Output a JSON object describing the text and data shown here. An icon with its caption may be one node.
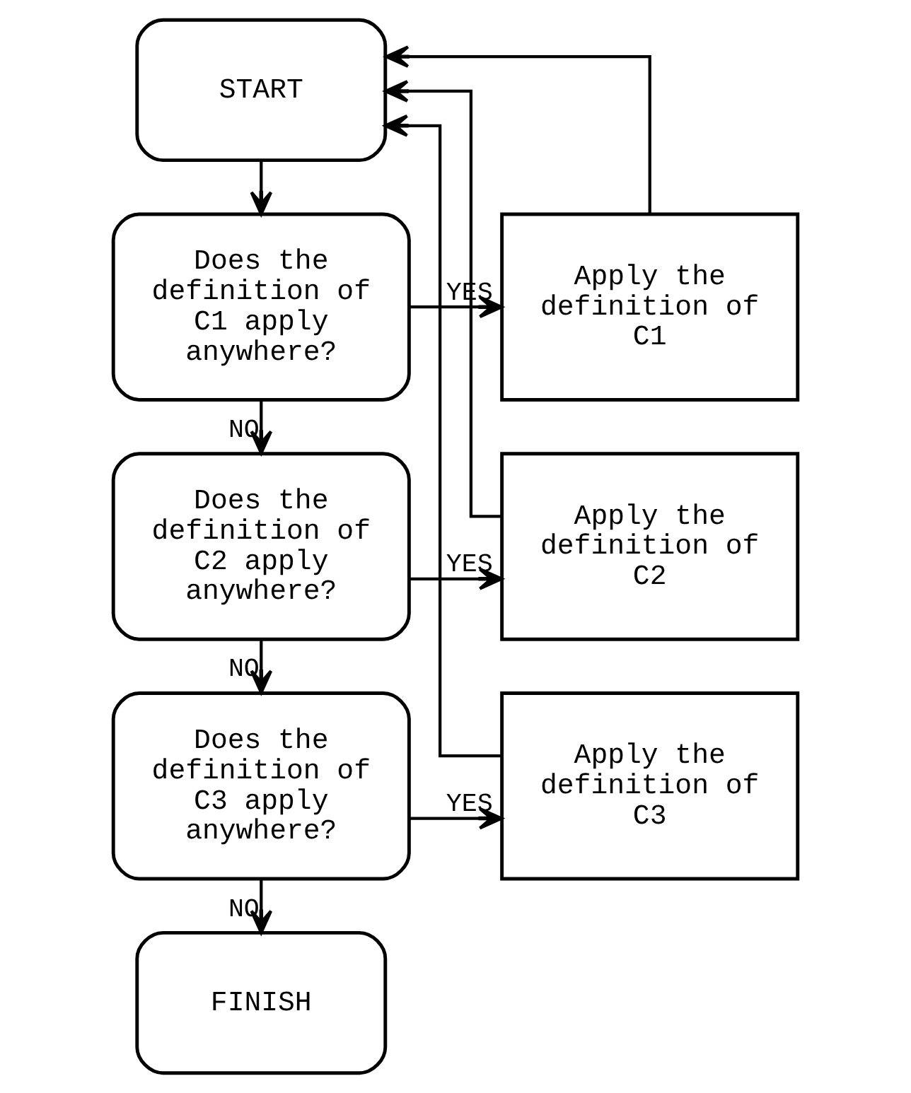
{
  "diagram": {
    "nodes": [
      {
        "text": [
          "START"
        ]
      },
      {
        "text": [
          "Does the definition of C1 apply anywhere?"
        ]
      },
      {
        "text": [
          "Apply the definition of C1"
        ]
      },
      {
        "text": [
          "Does the definition of C2 apply anywhere?"
        ]
      },
      {
        "text": [
          "Apply the definition of C2"
        ]
      },
      {
        "text": [
          "Does the definition of C3 apply anywhere?"
        ]
      },
      {
        "text": [
          "Apply the definition of C3"
        ]
      },
      {
        "text": [
          "FINISH"
        ]
      }
    ],
    "edges": [
      {
        "from": 0,
        "to": 1,
        "arrow": "to"
      },
      {
        "from": 1,
        "to": 2,
        "arrow": "to",
        "label": "YES"
      },
      {
        "from": 1,
        "to": 3,
        "arrow": "to",
        "label": "NO"
      },
      {
        "from": 3,
        "to": 4,
        "arrow": "to",
        "label": "YES"
      },
      {
        "from": 3,
        "to": 5,
        "arrow": "to",
        "label": "NO"
      },
      {
        "from": 5,
        "to": 6,
        "arrow": "to",
        "label": "YES"
      },
      {
        "from": 5,
        "to": 7,
        "arrow": "to",
        "label": "NO"
      },
      {
        "from": 2,
        "to": 0,
        "arrow": "to"
      },
      {
        "from": 4,
        "to": 0,
        "arrow": "to"
      },
      {
        "from": 6,
        "to": 0,
        "arrow": "to"
      }
    ]
  }
}
